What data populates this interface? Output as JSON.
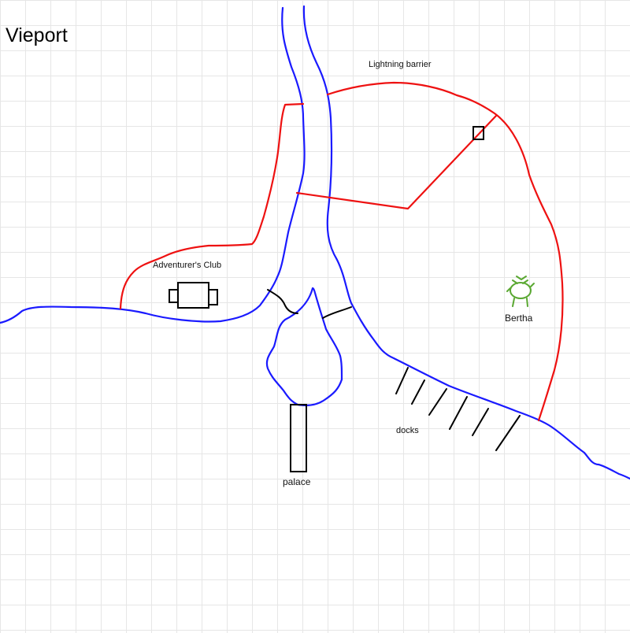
{
  "title": "Vieport",
  "labels": {
    "barrier": "Lightning barrier",
    "club": "Adventurer's Club",
    "bertha": "Bertha",
    "docks": "docks",
    "palace": "palace"
  },
  "colors": {
    "river": "#1a1aff",
    "barrier": "#ee1111",
    "structure": "#000000",
    "bertha": "#5aa832",
    "grid": "#e6e6e6"
  },
  "icons": [
    "turtle-icon"
  ]
}
